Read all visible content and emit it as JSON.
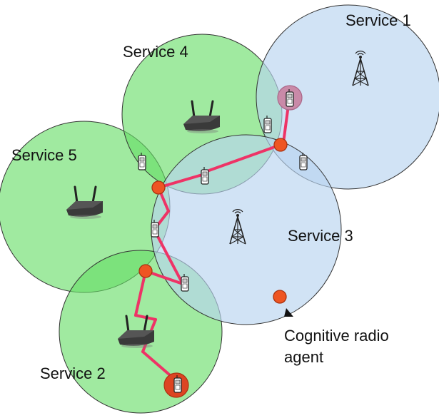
{
  "services": [
    {
      "label": "Service 1",
      "type": "tower"
    },
    {
      "label": "Service 4",
      "type": "router"
    },
    {
      "label": "Service 5",
      "type": "router"
    },
    {
      "label": "Service 3",
      "type": "tower"
    },
    {
      "label": "Service 2",
      "type": "router"
    }
  ],
  "legend": {
    "line1": "Cognitive radio",
    "line2": "agent"
  },
  "colors": {
    "green_cell": "#66dd66",
    "blue_cell": "#b8d4f0",
    "agent_node": "#ee5522",
    "link": "#ee3366"
  },
  "icons": [
    "cell-tower-icon",
    "wifi-router-icon",
    "mobile-phone-icon",
    "agent-node-icon"
  ]
}
